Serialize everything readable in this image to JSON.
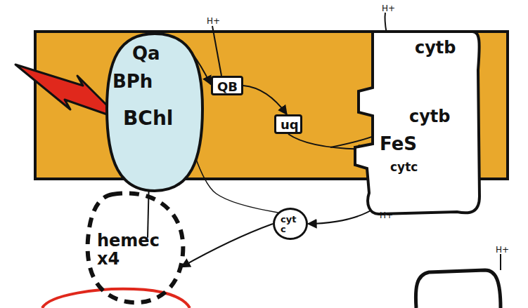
{
  "diagram": {
    "nodes": [
      {
        "text": [
          "Qa",
          "BPh",
          "BChl"
        ]
      },
      {
        "text": [
          "QB"
        ]
      },
      {
        "text": [
          "uq"
        ]
      },
      {
        "text": [
          "cytb",
          "cytb",
          "FeS",
          "cytc"
        ]
      },
      {
        "text": [
          "cyt c"
        ]
      },
      {
        "text": [
          "hemec x4"
        ]
      }
    ],
    "edges": [
      {
        "from": 0,
        "to": 1,
        "arrow": "to"
      },
      {
        "from": 1,
        "to": 2,
        "arrow": "to"
      },
      {
        "from": 2,
        "to": 3,
        "arrow": "to"
      },
      {
        "from": 3,
        "to": 4,
        "arrow": "to"
      },
      {
        "from": 4,
        "to": 5,
        "arrow": "to"
      },
      {
        "from": 5,
        "to": 0,
        "arrow": "to"
      },
      {
        "from": 4,
        "to": 0,
        "arrow": "to"
      }
    ],
    "labels": [
      "H+",
      "H+",
      "H+",
      "H+"
    ]
  }
}
